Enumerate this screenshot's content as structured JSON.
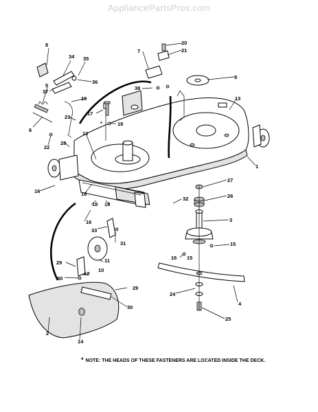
{
  "watermark": "AppliancePartsPros.com",
  "note": {
    "star": "*",
    "text": "NOTE: THE HEADS OF THESE FASTENERS ARE LOCATED INSIDE THE DECK."
  },
  "callouts": {
    "c1": "1",
    "c2": "2",
    "c3": "3",
    "c4": "4",
    "c5": "5",
    "c6": "6",
    "c7": "7",
    "c8": "8",
    "c9": "9",
    "c10": "10",
    "c11": "11",
    "c12": "12",
    "c13a": "13",
    "c13b": "13",
    "c14": "14",
    "c15": "15",
    "c15b": "15",
    "c16a": "16",
    "c16b": "16",
    "c16c": "16",
    "c17": "17",
    "c18a": "18",
    "c18b": "18",
    "c18c": "18",
    "c18d": "18",
    "c19": "19",
    "c20": "20",
    "c21": "21",
    "c22": "22",
    "c23": "23",
    "c24": "24",
    "c25": "25",
    "c26": "26",
    "c27": "27",
    "c28": "28",
    "c29a": "29",
    "c29b": "29",
    "c30a": "30",
    "c30b": "30",
    "c31": "31",
    "c32": "32",
    "c33": "33",
    "c34": "34",
    "c35": "35",
    "c36": "36",
    "c37": "37",
    "c38": "38"
  }
}
